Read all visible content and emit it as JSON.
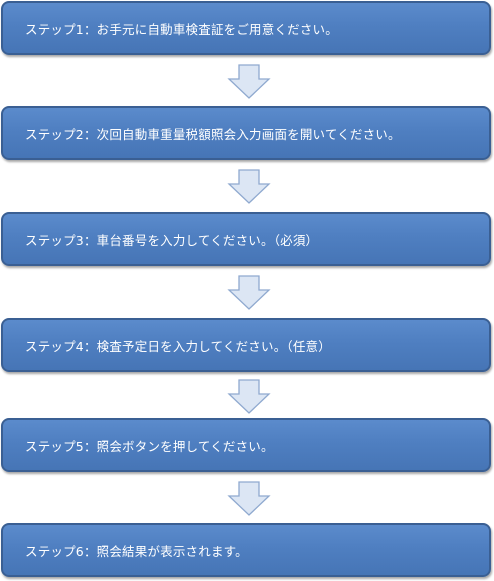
{
  "steps": [
    {
      "label": "ステップ1：お手元に自動車検査証をご用意ください。"
    },
    {
      "label": "ステップ2：次回自動車重量税額照会入力画面を開いてください。"
    },
    {
      "label": "ステップ3：車台番号を入力してください。（必須）"
    },
    {
      "label": "ステップ4：検査予定日を入力してください。（任意）"
    },
    {
      "label": "ステップ5：照会ボタンを押してください。"
    },
    {
      "label": "ステップ6：照会結果が表示されます。"
    }
  ],
  "colors": {
    "box_fill": "#4f7fc1",
    "box_border": "#3a5f93",
    "box_text": "#ffffff",
    "arrow_fill": "#dce6f4",
    "arrow_border": "#8fa9cf"
  },
  "icons": {
    "connector": "down-arrow-icon"
  }
}
